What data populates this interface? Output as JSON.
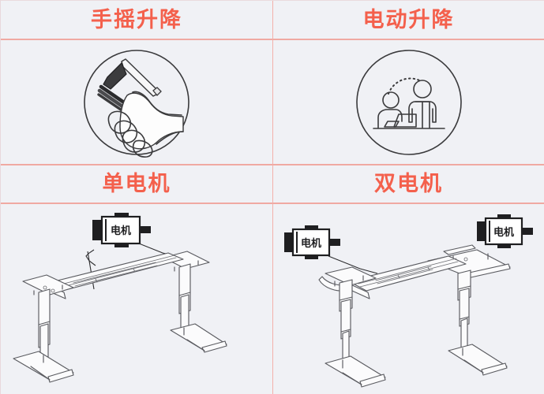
{
  "table": {
    "columns": 2,
    "rows": [
      {
        "type": "header",
        "cells": [
          {
            "label": "手摇升降",
            "name": "hand-crank-lift"
          },
          {
            "label": "电动升降",
            "name": "electric-lift"
          }
        ]
      },
      {
        "type": "illustration",
        "cells": [
          {
            "icon": "hand-crank-icon",
            "alt": "手摇曲柄图示"
          },
          {
            "icon": "sit-stand-icon",
            "alt": "坐站切换图示"
          }
        ]
      },
      {
        "type": "header",
        "cells": [
          {
            "label": "单电机",
            "name": "single-motor"
          },
          {
            "label": "双电机",
            "name": "dual-motor"
          }
        ]
      },
      {
        "type": "illustration",
        "cells": [
          {
            "icon": "single-motor-desk-frame",
            "alt": "单电机升降桌架",
            "motor_labels": [
              "电机"
            ]
          },
          {
            "icon": "dual-motor-desk-frame",
            "alt": "双电机升降桌架",
            "motor_labels": [
              "电机",
              "电机"
            ]
          }
        ]
      }
    ]
  },
  "labels": {
    "motor": "电机"
  },
  "colors": {
    "accent_red": "#f4604c",
    "grid_line": "#f0a9a2",
    "background": "#f0f1f5",
    "line_art": "#5a5b60",
    "motor_box": "#1f1f21"
  }
}
